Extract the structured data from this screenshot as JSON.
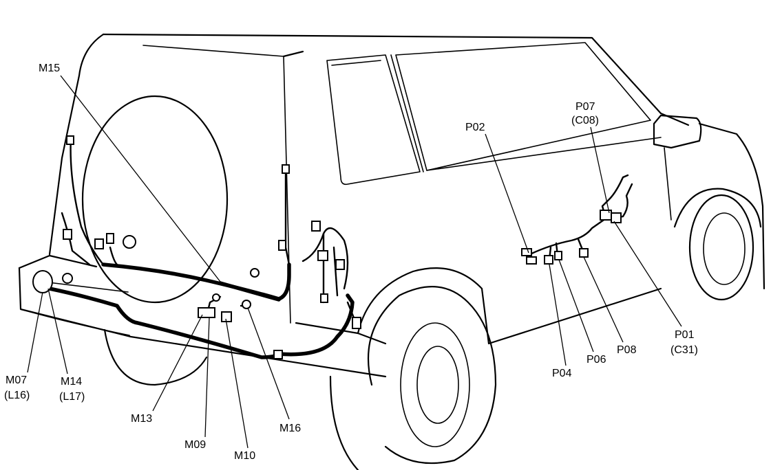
{
  "labels": {
    "m15": "M15",
    "m07": "M07",
    "l16": "(L16)",
    "m14": "M14",
    "l17": "(L17)",
    "m13": "M13",
    "m09": "M09",
    "m10": "M10",
    "m16": "M16",
    "p02": "P02",
    "p07": "P07",
    "c08": "(C08)",
    "p04": "P04",
    "p06": "P06",
    "p08": "P08",
    "p01": "P01",
    "c31": "(C31)"
  }
}
